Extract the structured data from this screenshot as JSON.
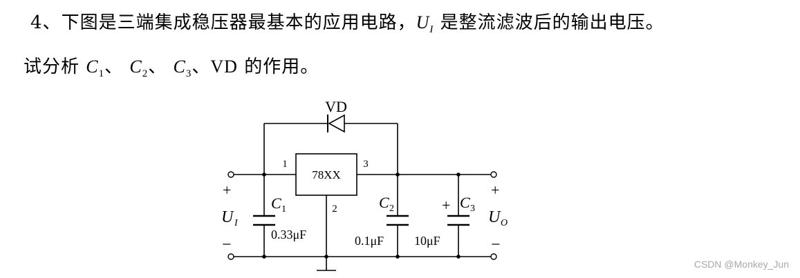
{
  "question": {
    "number": "4",
    "sep": "、",
    "line1_a": "下图是三端集成稳压器最基本的应用电路，",
    "ui_var": "U",
    "ui_sub": "I",
    "line1_b": " 是整流滤波后的输出电压。",
    "line2_a": "试分析 ",
    "c_var": "C",
    "c1_sub": "1",
    "c2_sub": "2",
    "c3_sub": "3",
    "enum_sep": "、",
    "vd": "VD",
    "line2_b": " 的作用。"
  },
  "circuit": {
    "regulator": "78XX",
    "pin1": "1",
    "pin2": "2",
    "pin3": "3",
    "diode": "VD",
    "c_var": "C",
    "c1_sub": "1",
    "c2_sub": "2",
    "c3_sub": "3",
    "c1_value": "0.33μF",
    "c2_value": "0.1μF",
    "c3_value": "10μF",
    "c3_plus": "+",
    "in_plus": "+",
    "in_minus": "−",
    "out_plus": "+",
    "out_minus": "−",
    "ui_var": "U",
    "ui_sub": "I",
    "uo_var": "U",
    "uo_sub": "O"
  },
  "watermark": "CSDN @Monkey_Jun"
}
